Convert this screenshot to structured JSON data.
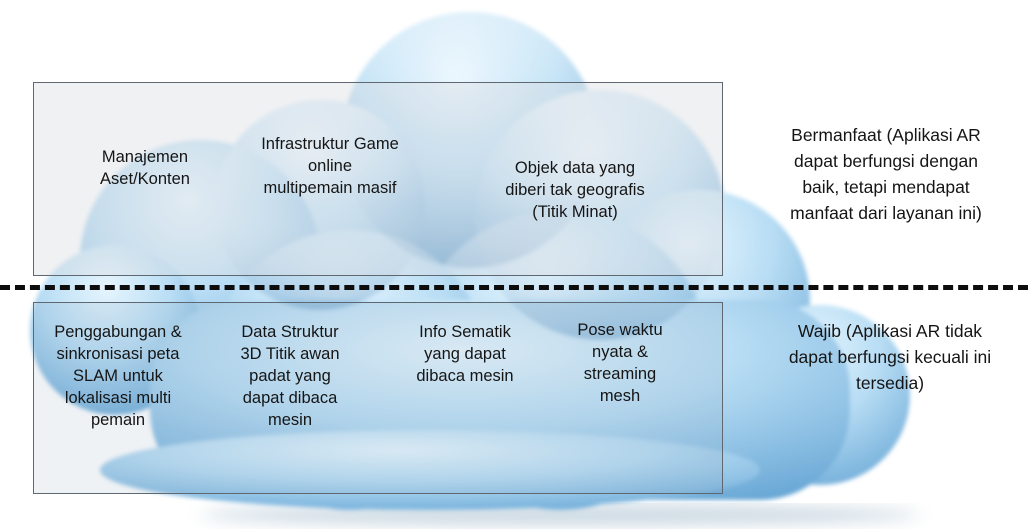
{
  "top_section": {
    "items": [
      {
        "lines": [
          "Manajemen",
          "Aset/Konten"
        ]
      },
      {
        "lines": [
          "Infrastruktur Game",
          "online",
          "multipemain masif"
        ]
      },
      {
        "lines": [
          "Objek data yang",
          "diberi tak geografis",
          "(Titik Minat)"
        ]
      }
    ],
    "side_label_lines": [
      "Bermanfaat (Aplikasi AR",
      "dapat berfungsi dengan",
      "baik, tetapi mendapat",
      "manfaat dari layanan ini)"
    ]
  },
  "bottom_section": {
    "items": [
      {
        "lines": [
          "Penggabungan &",
          "sinkronisasi peta",
          "SLAM untuk",
          "lokalisasi multi",
          "pemain"
        ]
      },
      {
        "lines": [
          "Data Struktur",
          "3D Titik awan",
          "padat yang",
          "dapat dibaca",
          "mesin"
        ]
      },
      {
        "lines": [
          "Info Sematik",
          "yang dapat",
          "dibaca mesin"
        ]
      },
      {
        "lines": [
          "Pose waktu",
          "nyata &",
          "streaming",
          "mesh"
        ]
      }
    ],
    "side_label_lines": [
      "Wajib (Aplikasi AR tidak",
      "dapat berfungsi kecuali ini",
      "tersedia)"
    ]
  },
  "colors": {
    "cloud_light": "#e3f3fd",
    "cloud_mid": "#a9d4f0",
    "cloud_dark": "#5e9fcf",
    "divider": "#0d0d0d",
    "box_border": "#5f6770"
  }
}
